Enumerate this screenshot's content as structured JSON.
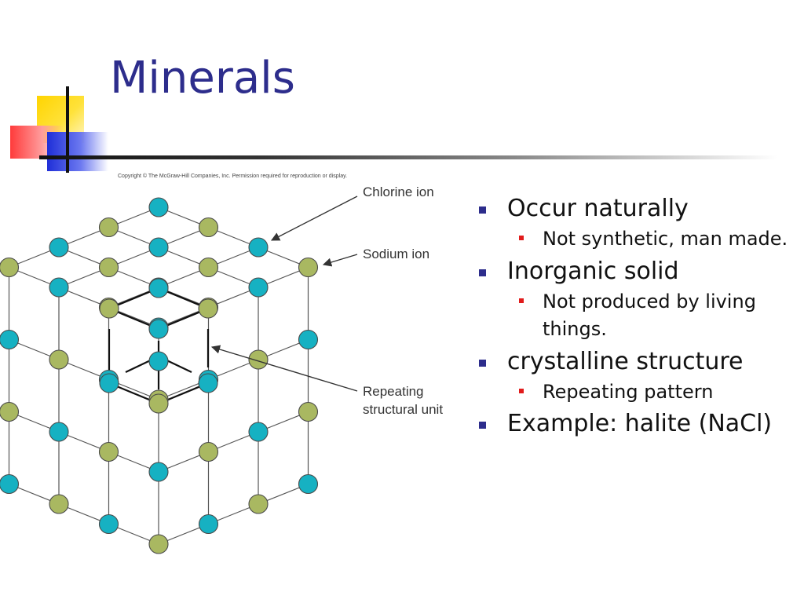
{
  "slide": {
    "title": "Minerals",
    "copyright": "Copyright © The McGraw-Hill Companies, Inc. Permission required for reproduction or display."
  },
  "diagram": {
    "labels": {
      "chlorine": "Chlorine ion",
      "sodium": "Sodium ion",
      "repeating_line1": "Repeating",
      "repeating_line2": "structural unit"
    },
    "colors": {
      "chlorine_ion": "#16b1c2",
      "sodium_ion": "#a9b861",
      "bond": "#555555",
      "unit_cell": "#111111"
    }
  },
  "bullets": [
    {
      "text": "Occur naturally",
      "sub": [
        "Not synthetic, man made."
      ]
    },
    {
      "text": "Inorganic solid",
      "sub": [
        "Not produced by living things."
      ]
    },
    {
      "text": "crystalline structure",
      "sub": [
        "Repeating pattern"
      ]
    },
    {
      "text": "Example: halite (NaCl)",
      "sub": []
    }
  ],
  "colors": {
    "title": "#2d2d8c",
    "bullet_level1": "#2d2d8c",
    "bullet_level2": "#e11b1b"
  }
}
